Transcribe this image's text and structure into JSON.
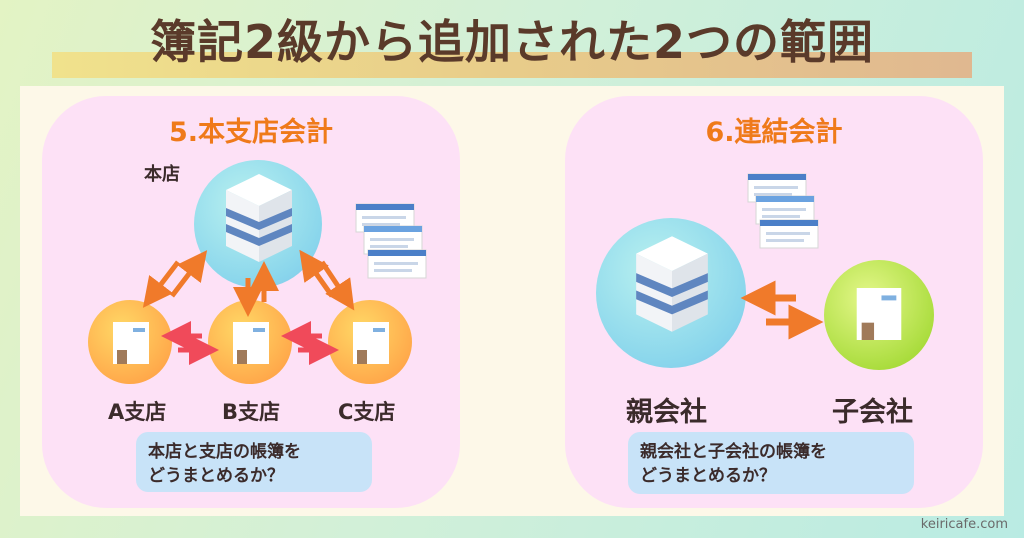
{
  "title": "簿記2級から追加された2つの範囲",
  "left": {
    "heading": "5.本支店会計",
    "head_office": "本店",
    "branches": [
      "A支店",
      "B支店",
      "C支店"
    ],
    "bubble_lines": [
      "本店と支店の帳簿を",
      "どうまとめるか？"
    ]
  },
  "right": {
    "heading": "6.連結会計",
    "parent": "親会社",
    "subsidiary": "子会社",
    "bubble_lines": [
      "親会社と子会社の帳簿を",
      "どうまとめるか？"
    ]
  },
  "watermark": "keiricafe.com",
  "colors": {
    "accent_orange": "#ef7a1a",
    "card_pink": "#fde1f6",
    "bubble_blue": "#c8e3f8",
    "arrow_orange": "#f07a2a",
    "arrow_red": "#f04a5a"
  },
  "icons": [
    "building-icon",
    "document-icon",
    "report-stack-icon",
    "arrow-icon"
  ]
}
